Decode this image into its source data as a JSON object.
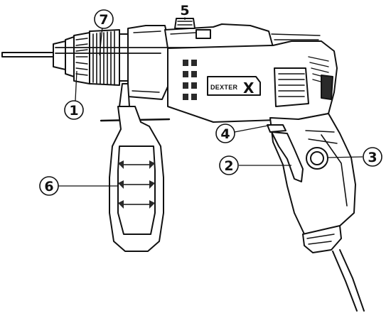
{
  "brand": {
    "name": "DEXTER",
    "mark": "X"
  },
  "callouts": [
    {
      "id": "1",
      "label": "1"
    },
    {
      "id": "2",
      "label": "2"
    },
    {
      "id": "3",
      "label": "3"
    },
    {
      "id": "4",
      "label": "4"
    },
    {
      "id": "5",
      "label": "5"
    },
    {
      "id": "6",
      "label": "6"
    },
    {
      "id": "7",
      "label": "7"
    }
  ],
  "colors": {
    "line": "#111111",
    "fill": "#ffffff",
    "shade": "#2a2a2a"
  }
}
